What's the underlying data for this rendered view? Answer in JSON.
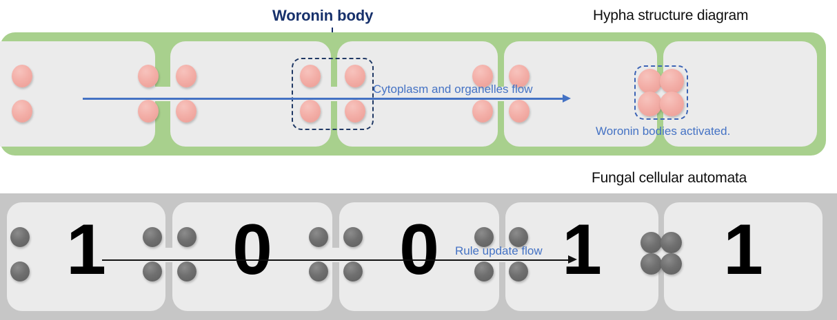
{
  "titles": {
    "hypha": "Hypha structure diagram",
    "automata": "Fungal cellular automata"
  },
  "callout": {
    "label": "Woronin body"
  },
  "hypha": {
    "flow_label": "Cytoplasm and organelles flow",
    "activated_note": "Woronin bodies activated.",
    "wall_color": "#a8d08d",
    "cell_color": "#ebebeb",
    "organelle_color": "#f3afa8",
    "accent_color": "#4472c4",
    "callout_color": "#16306b",
    "cells": [
      {
        "name": "cell-1"
      },
      {
        "name": "cell-2"
      },
      {
        "name": "cell-3"
      },
      {
        "name": "cell-4"
      },
      {
        "name": "cell-5"
      }
    ]
  },
  "automata": {
    "flow_label": "Rule update flow",
    "wall_color": "#c6c6c6",
    "cell_color": "#ebebeb",
    "node_color": "#6f6f6f",
    "digit_color": "#000000",
    "states": [
      "1",
      "0",
      "0",
      "1",
      "1"
    ],
    "cells": [
      {
        "name": "automaton-cell-1",
        "state": "1"
      },
      {
        "name": "automaton-cell-2",
        "state": "0"
      },
      {
        "name": "automaton-cell-3",
        "state": "0"
      },
      {
        "name": "automaton-cell-4",
        "state": "1"
      },
      {
        "name": "automaton-cell-5",
        "state": "1"
      }
    ]
  }
}
